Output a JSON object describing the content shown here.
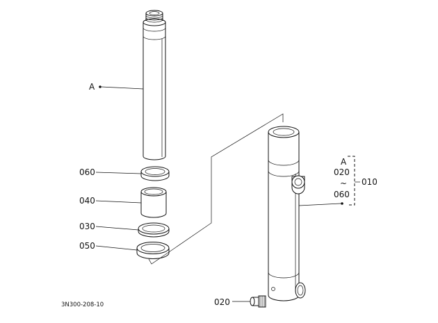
{
  "labels": {
    "tube_a": "A",
    "p060": "060",
    "p040": "040",
    "p030": "030",
    "p050": "050",
    "p020": "020",
    "p010": "010",
    "group_a": "A",
    "group_020": "020",
    "group_tilde": "~",
    "group_060": "060"
  },
  "drawing_code": "3N300-208-10"
}
